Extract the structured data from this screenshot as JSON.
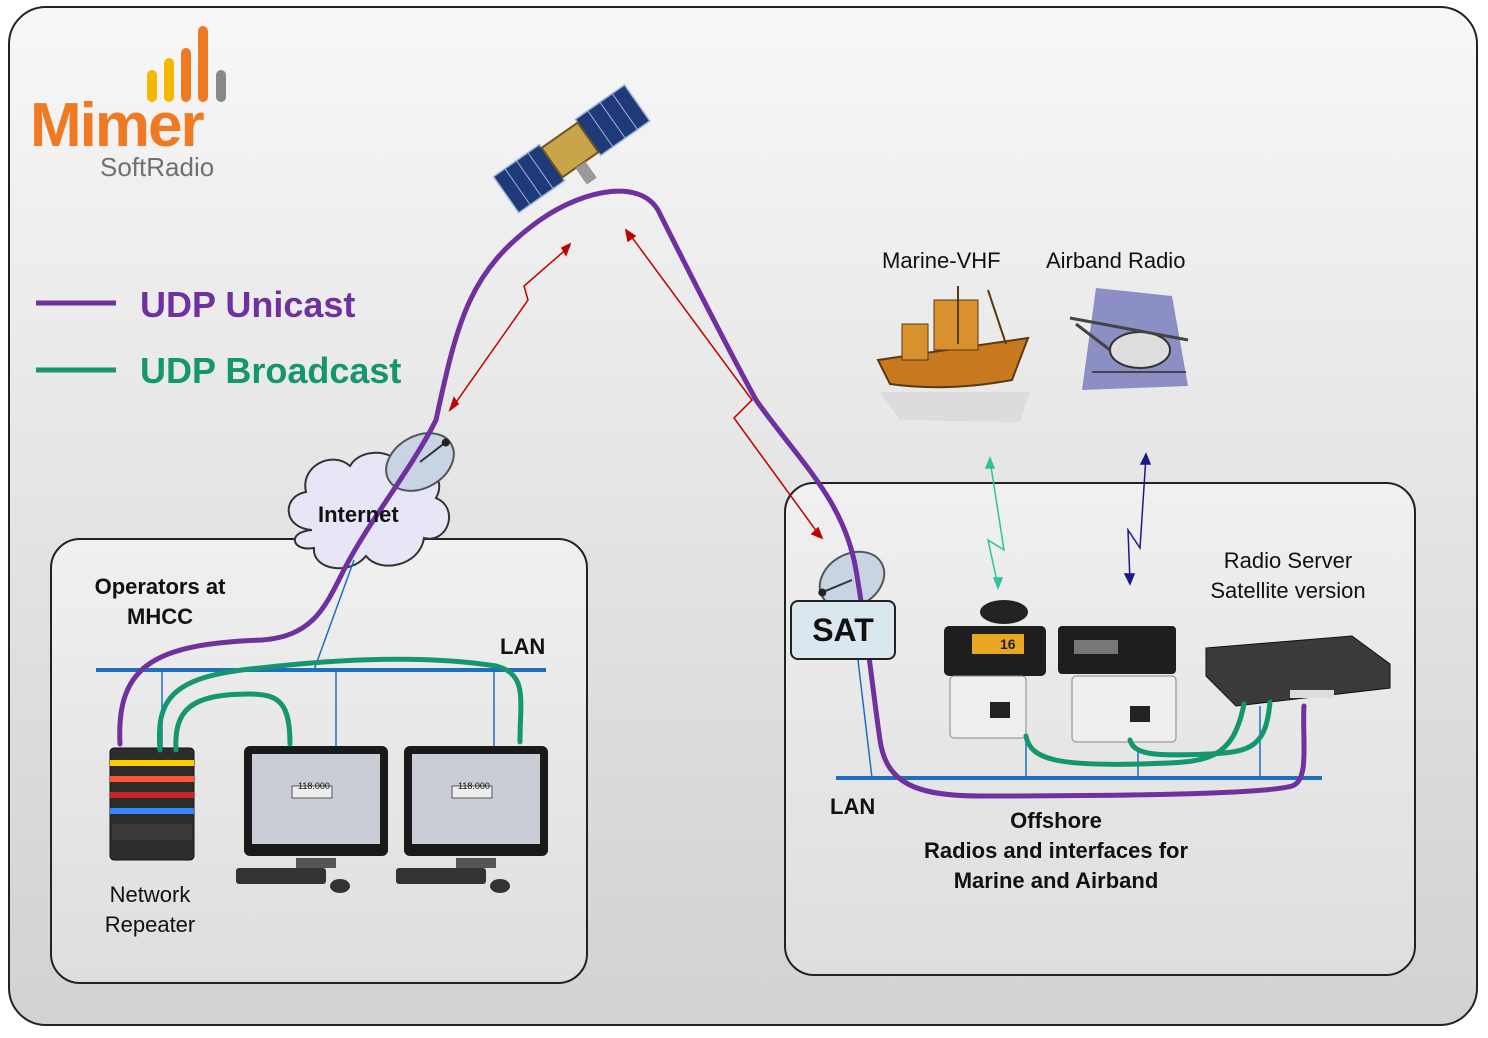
{
  "logo": {
    "wordmark": "Mimer",
    "subtitle": "SoftRadio"
  },
  "legend": {
    "unicast": {
      "label": "UDP Unicast",
      "color": "#7030a0"
    },
    "broadcast": {
      "label": "UDP Broadcast",
      "color": "#14966e"
    }
  },
  "nodes": {
    "internet": "Internet",
    "sat": "SAT",
    "marine_vhf": "Marine-VHF",
    "airband_radio": "Airband Radio",
    "radio_server_line1": "Radio Server",
    "radio_server_line2": "Satellite version"
  },
  "mhcc": {
    "title_line1": "Operators at",
    "title_line2": "MHCC",
    "lan": "LAN",
    "repeater_line1": "Network",
    "repeater_line2": "Repeater",
    "console_display": "118.000"
  },
  "offshore": {
    "lan": "LAN",
    "title_line1": "Offshore",
    "title_line2": "Radios and interfaces for",
    "title_line3": "Marine and Airband",
    "marine_channel": "16"
  },
  "colors": {
    "lan_blue": "#1f6fc0",
    "red_link": "#c00000",
    "teal_link": "#2fc29a",
    "navy_link": "#1a1a8a",
    "logo_orange": "#f07a22",
    "logo_yellow": "#f5b800"
  }
}
